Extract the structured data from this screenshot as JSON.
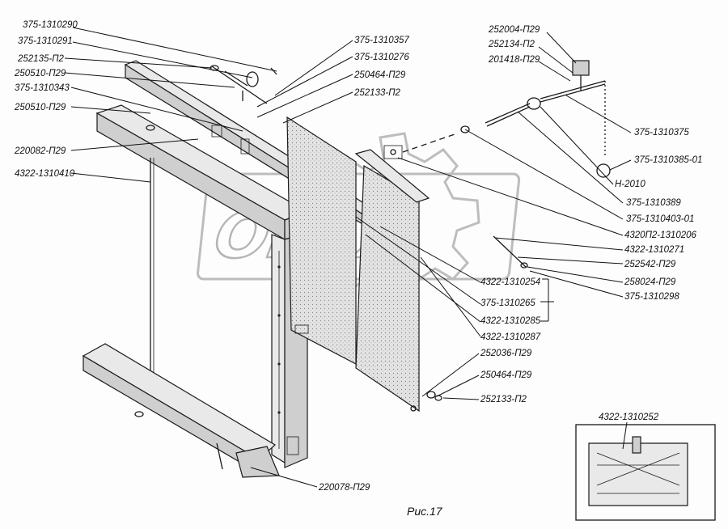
{
  "caption": "Рис.17",
  "watermark": "OPEX",
  "inset_label": "4322-1310252",
  "labels": [
    {
      "id": "l1",
      "text": "375-1310290"
    },
    {
      "id": "l2",
      "text": "375-1310291"
    },
    {
      "id": "l3",
      "text": "252135-П2"
    },
    {
      "id": "l4",
      "text": "250510-П29"
    },
    {
      "id": "l5",
      "text": "375-1310343"
    },
    {
      "id": "l6",
      "text": "250510-П29"
    },
    {
      "id": "l7",
      "text": "220082-П29"
    },
    {
      "id": "l8",
      "text": "4322-1310410"
    },
    {
      "id": "l9",
      "text": "375-1310357"
    },
    {
      "id": "l10",
      "text": "375-1310276"
    },
    {
      "id": "l11",
      "text": "250464-П29"
    },
    {
      "id": "l12",
      "text": "252133-П2"
    },
    {
      "id": "l13",
      "text": "252004-П29"
    },
    {
      "id": "l14",
      "text": "252134-П2"
    },
    {
      "id": "l15",
      "text": "201418-П29"
    },
    {
      "id": "l16",
      "text": "375-1310375"
    },
    {
      "id": "l17",
      "text": "375-1310385-01"
    },
    {
      "id": "l18",
      "text": "Н-2010"
    },
    {
      "id": "l19",
      "text": "375-1310389"
    },
    {
      "id": "l20",
      "text": "375-1310403-01"
    },
    {
      "id": "l21",
      "text": "4320П2-1310206"
    },
    {
      "id": "l22",
      "text": "4322-1310271"
    },
    {
      "id": "l23",
      "text": "252542-П29"
    },
    {
      "id": "l24",
      "text": "258024-П29"
    },
    {
      "id": "l25",
      "text": "375-1310298"
    },
    {
      "id": "l26",
      "text": "4322-1310254"
    },
    {
      "id": "l27",
      "text": "375-1310265"
    },
    {
      "id": "l28",
      "text": "4322-1310285"
    },
    {
      "id": "l29",
      "text": "4322-1310287"
    },
    {
      "id": "l30",
      "text": "252036-П29"
    },
    {
      "id": "l31",
      "text": "250464-П29"
    },
    {
      "id": "l32",
      "text": "252133-П2"
    },
    {
      "id": "l33",
      "text": "220078-П29"
    }
  ]
}
